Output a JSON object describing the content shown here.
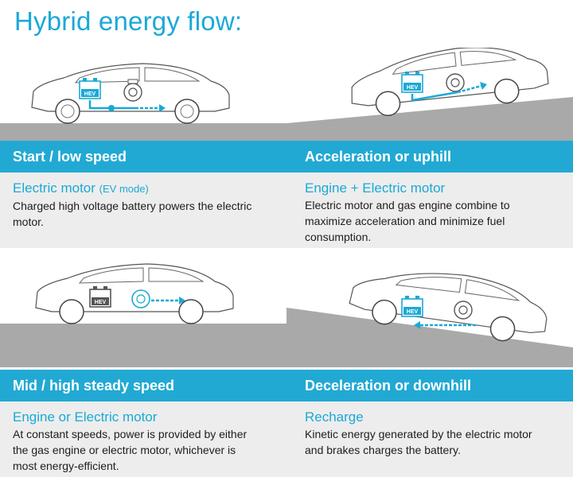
{
  "title": "Hybrid energy flow:",
  "colors": {
    "accent": "#21a9d4",
    "road": "#a9a9a9",
    "panel": "#ededed",
    "flow": "#1aa9d6"
  },
  "panels": [
    {
      "heading": "Start / low speed",
      "mode": "Electric motor",
      "mode_note": "(EV mode)",
      "text": "Charged high voltage battery powers the electric motor."
    },
    {
      "heading": "Acceleration or uphill",
      "mode": "Engine + Electric motor",
      "mode_note": "",
      "text": "Electric motor and gas engine combine to maximize acceleration and minimize fuel consumption."
    },
    {
      "heading": "Mid / high steady speed",
      "mode": "Engine or Electric motor",
      "mode_note": "",
      "text": "At constant speeds, power is provided by either the gas engine or electric motor, whichever is most energy-efficient."
    },
    {
      "heading": "Deceleration or downhill",
      "mode": "Recharge",
      "mode_note": "",
      "text": "Kinetic energy generated by the electric motor and brakes charges the battery."
    }
  ],
  "battery_label": "HEV"
}
